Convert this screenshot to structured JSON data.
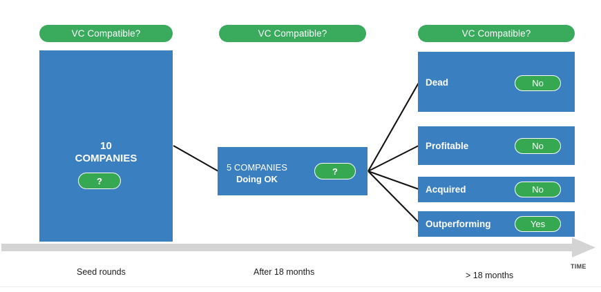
{
  "diagram": {
    "title_pills": [
      {
        "label": "VC Compatible?"
      },
      {
        "label": "VC Compatible?"
      },
      {
        "label": "VC Compatible?"
      }
    ],
    "stage1": {
      "count_line": "10",
      "entity_line": "COMPANIES",
      "status_pill": "?"
    },
    "stage2": {
      "line1": "5 COMPANIES",
      "line2": "Doing OK",
      "status_pill": "?"
    },
    "stage3": {
      "outcomes": [
        {
          "label": "Dead",
          "answer": "No"
        },
        {
          "label": "Profitable",
          "answer": "No"
        },
        {
          "label": "Acquired",
          "answer": "No"
        },
        {
          "label": "Outperforming",
          "answer": "Yes"
        }
      ]
    },
    "timeline": {
      "axis_caption": "TIME",
      "ticks": [
        {
          "label": "Seed rounds"
        },
        {
          "label": "After 18 months"
        },
        {
          "label": "> 18 months"
        }
      ]
    },
    "colors": {
      "box_blue": "#3a7fbf",
      "pill_green": "#3aaa5d",
      "answer_green": "#36a852",
      "connector": "#111111",
      "axis_gray": "#d4d4d4",
      "text_dark": "#1c1c1c"
    }
  }
}
